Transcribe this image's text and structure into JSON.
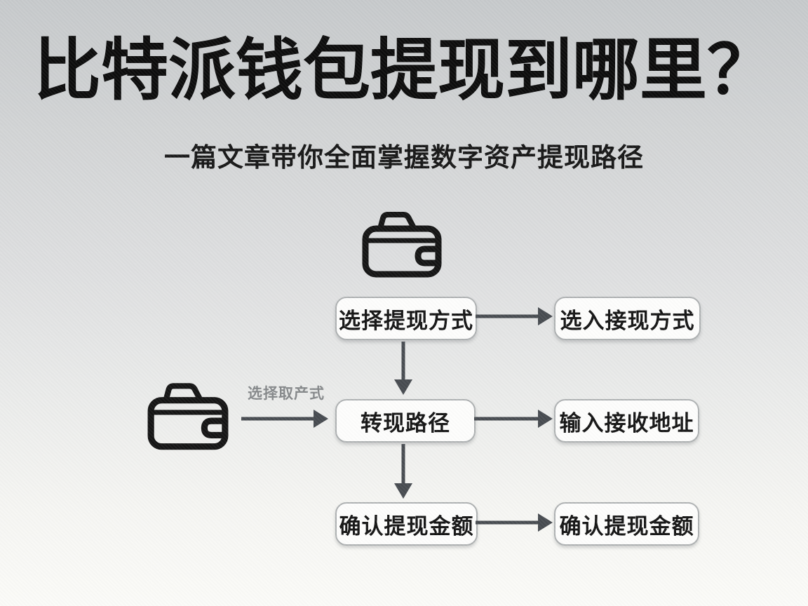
{
  "page": {
    "title": "比特派钱包提现到哪里？",
    "subtitle": "一篇文章带你全面掌握数字资产提现路径"
  },
  "flowchart": {
    "nodes": [
      {
        "id": "select-withdraw-method",
        "label": "选择提现方式"
      },
      {
        "id": "select-withdraw-method-right",
        "label": "选入接现方式"
      },
      {
        "id": "withdraw-path",
        "label": "转现路径"
      },
      {
        "id": "enter-receive-address",
        "label": "输入接收地址"
      },
      {
        "id": "confirm-withdraw-amount",
        "label": "确认提现金额"
      },
      {
        "id": "confirm-withdraw-amount-right",
        "label": "确认提现金额"
      }
    ],
    "edge_label": "选择取产式",
    "icons": {
      "top": "wallet-icon",
      "left": "wallet-icon"
    },
    "colors": {
      "arrow": "#474b50",
      "box_background": "#fdfdfc",
      "box_border": "#aeb1b2",
      "box_text": "#141414",
      "title_text": "#0c0c0c",
      "edge_label_text": "#85888a",
      "background_top": "#c6c9cb",
      "background_bottom": "#fbfbf8",
      "icon_stroke": "#141414"
    }
  }
}
